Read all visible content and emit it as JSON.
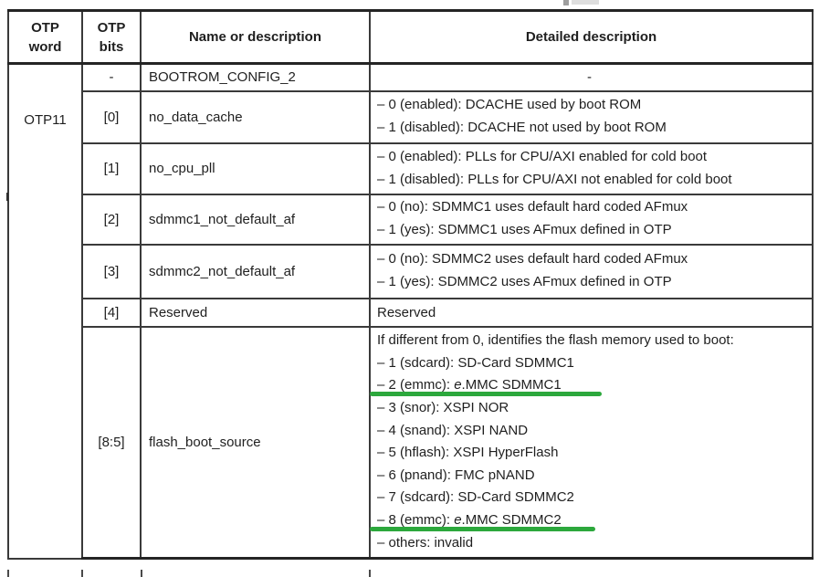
{
  "colors": {
    "text_color": "#1f1f1f",
    "border_color": "#3a3a3a",
    "border_strong": "#242424",
    "annotation_green": "#2ca83c"
  },
  "table": {
    "headers": [
      "OTP\nword",
      "OTP\nbits",
      "Name or description",
      "Detailed description"
    ],
    "word": "OTP11",
    "rows": [
      {
        "bits": "-",
        "name": "BOOTROM_CONFIG_2",
        "lines": [
          {
            "text": "-"
          }
        ]
      },
      {
        "bits": "[0]",
        "name": "no_data_cache",
        "lines": [
          {
            "text": "– 0 (enabled): DCACHE used by boot ROM"
          },
          {
            "text": "– 1 (disabled): DCACHE not used by boot ROM"
          }
        ]
      },
      {
        "bits": "[1]",
        "name": "no_cpu_pll",
        "lines": [
          {
            "text": "– 0 (enabled): PLLs for CPU/AXI enabled for cold boot"
          },
          {
            "text": "– 1 (disabled): PLLs for CPU/AXI not enabled for cold boot"
          }
        ]
      },
      {
        "bits": "[2]",
        "name": "sdmmc1_not_default_af",
        "lines": [
          {
            "text": "– 0 (no): SDMMC1 uses default hard coded AFmux"
          },
          {
            "text": "– 1 (yes): SDMMC1 uses AFmux defined in OTP"
          }
        ]
      },
      {
        "bits": "[3]",
        "name": "sdmmc2_not_default_af",
        "lines": [
          {
            "text": "– 0 (no): SDMMC2 uses default hard coded AFmux"
          },
          {
            "text": "– 1 (yes): SDMMC2 uses AFmux defined in OTP"
          }
        ]
      },
      {
        "bits": "[4]",
        "name": "Reserved",
        "lines": [
          {
            "text": "Reserved"
          }
        ]
      },
      {
        "bits": "[8:5]",
        "name": "flash_boot_source",
        "lines": [
          {
            "text": "If different from 0, identifies the flash memory used to boot:"
          },
          {
            "text": "– 1 (sdcard): SD-Card SDMMC1"
          },
          {
            "pre": "– 2 (emmc): ",
            "italic": "e",
            "post": ".MMC SDMMC1",
            "underline": true
          },
          {
            "text": "– 3 (snor): XSPI NOR"
          },
          {
            "text": "– 4 (snand): XSPI NAND"
          },
          {
            "text": "– 5 (hflash): XSPI HyperFlash"
          },
          {
            "text": "– 6 (pnand): FMC pNAND"
          },
          {
            "text": "– 7 (sdcard): SD-Card SDMMC2"
          },
          {
            "pre": "– 8 (emmc): ",
            "italic": "e",
            "post": ".MMC SDMMC2",
            "underline": true
          },
          {
            "text": "– others: invalid"
          }
        ]
      }
    ]
  }
}
